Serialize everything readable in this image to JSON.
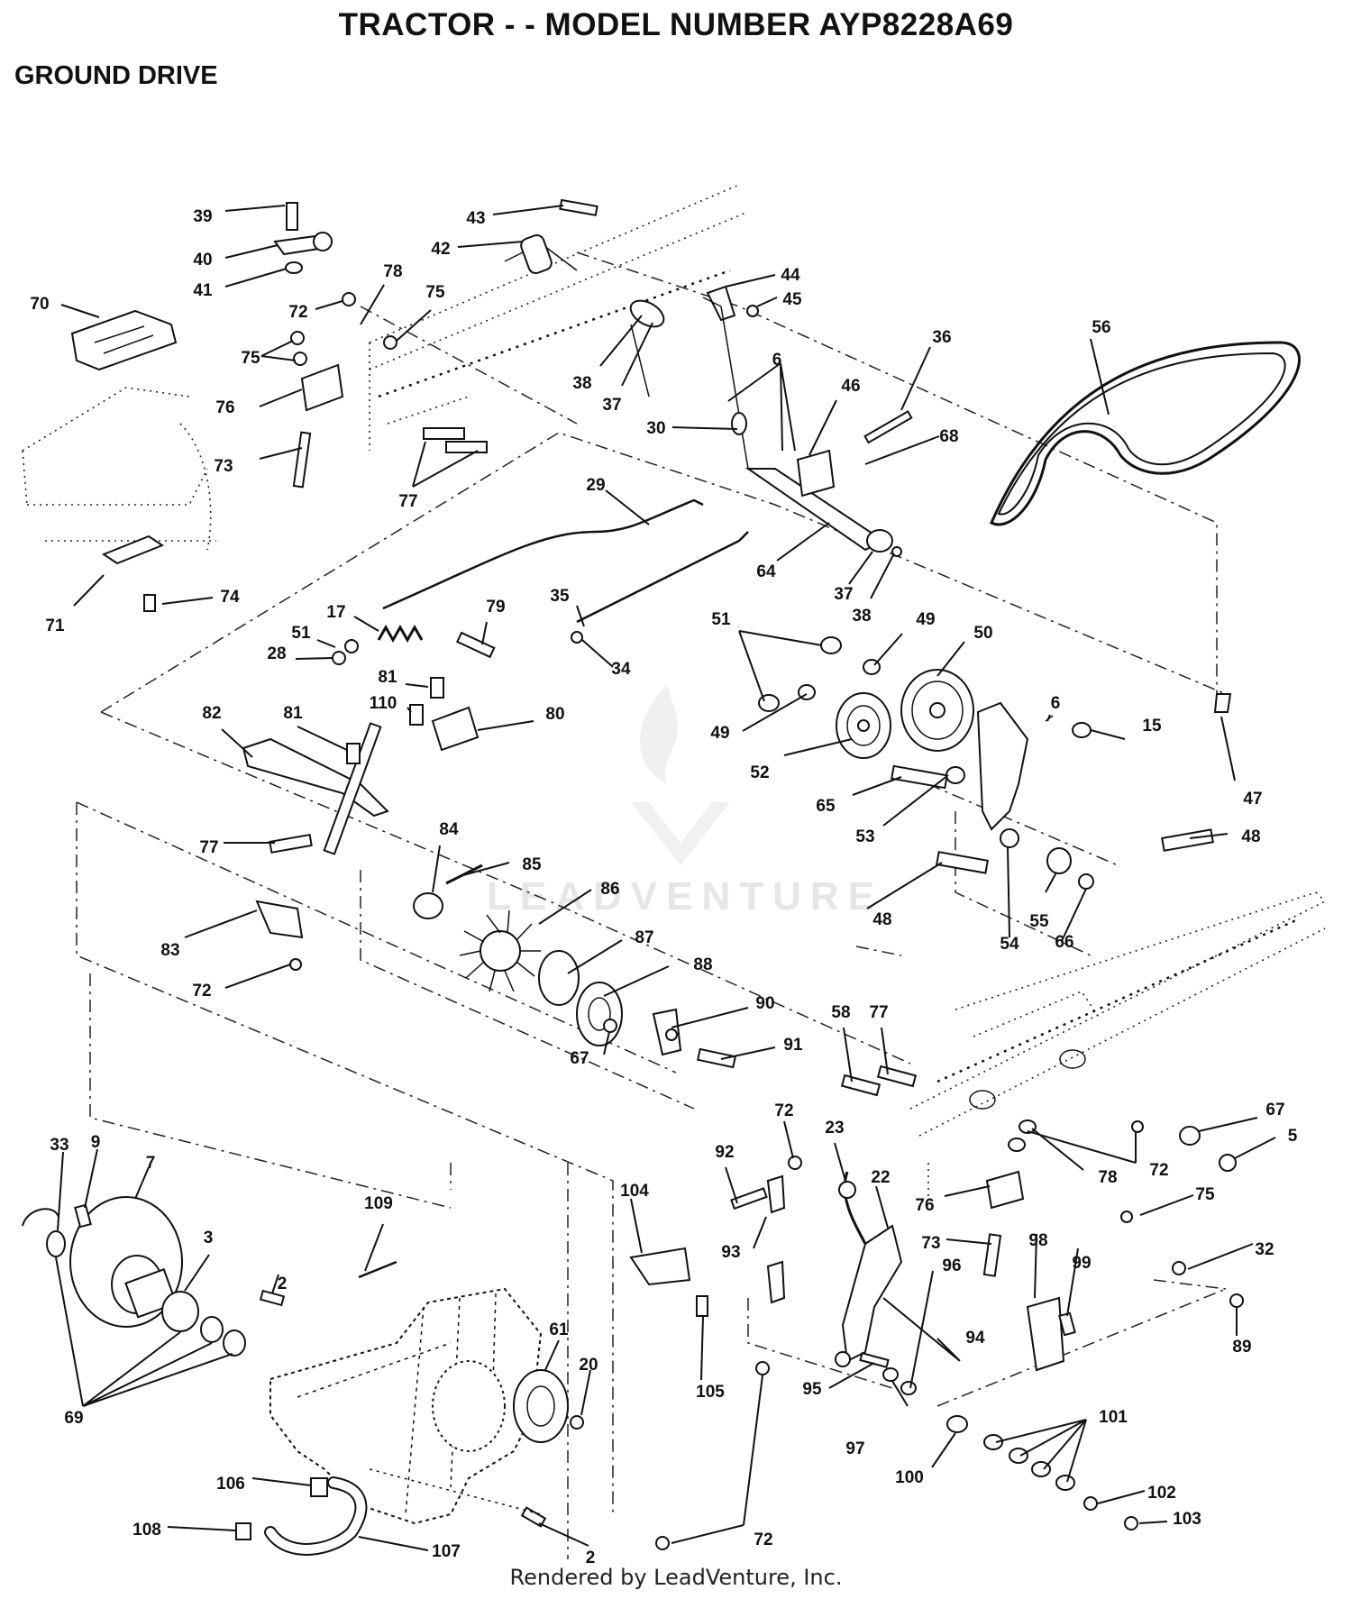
{
  "header": {
    "title": "TRACTOR - - MODEL NUMBER AYP8228A69",
    "subtitle": "GROUND DRIVE"
  },
  "footer": {
    "credit": "Rendered by LeadVenture, Inc."
  },
  "watermark": {
    "text": "LEADVENTURE",
    "icon": "leadventure-flame-logo"
  },
  "callouts": [
    "39",
    "40",
    "41",
    "43",
    "42",
    "44",
    "45",
    "70",
    "72",
    "78",
    "75",
    "75",
    "76",
    "73",
    "77",
    "38",
    "37",
    "6",
    "46",
    "36",
    "68",
    "30",
    "56",
    "29",
    "64",
    "37",
    "38",
    "71",
    "74",
    "17",
    "79",
    "35",
    "51",
    "28",
    "34",
    "51",
    "49",
    "50",
    "81",
    "110",
    "80",
    "82",
    "81",
    "49",
    "52",
    "6",
    "15",
    "47",
    "65",
    "53",
    "48",
    "77",
    "84",
    "85",
    "86",
    "48",
    "55",
    "54",
    "66",
    "83",
    "87",
    "72",
    "88",
    "90",
    "67",
    "91",
    "58",
    "77",
    "72",
    "67",
    "5",
    "92",
    "23",
    "78",
    "72",
    "33",
    "9",
    "7",
    "104",
    "22",
    "76",
    "75",
    "109",
    "3",
    "93",
    "73",
    "98",
    "99",
    "32",
    "2",
    "94",
    "61",
    "89",
    "96",
    "20",
    "105",
    "95",
    "69",
    "97",
    "101",
    "100",
    "106",
    "102",
    "108",
    "103",
    "107",
    "72",
    "2"
  ]
}
